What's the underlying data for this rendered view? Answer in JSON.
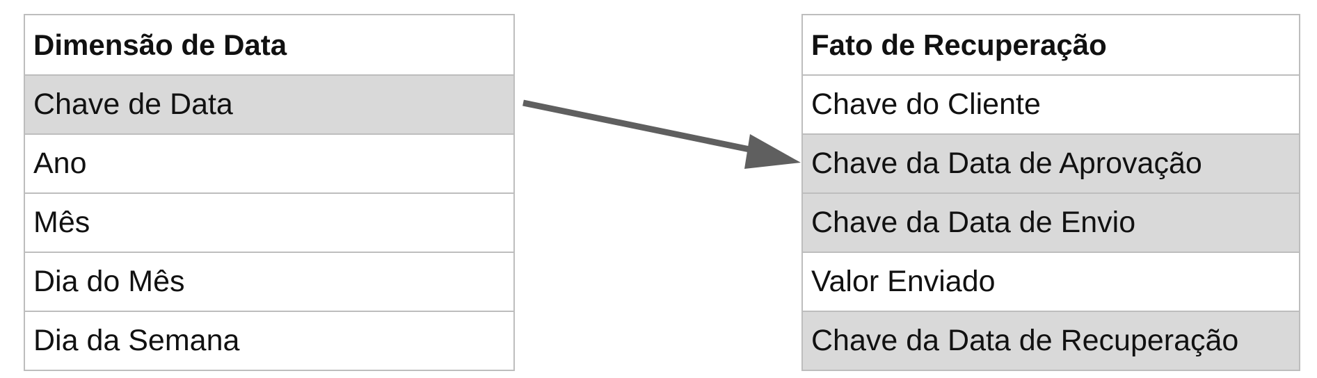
{
  "left_table": {
    "title": "Dimensão de Data",
    "rows": [
      {
        "label": "Chave de Data",
        "highlighted": true
      },
      {
        "label": "Ano",
        "highlighted": false
      },
      {
        "label": "Mês",
        "highlighted": false
      },
      {
        "label": "Dia do Mês",
        "highlighted": false
      },
      {
        "label": "Dia da Semana",
        "highlighted": false
      }
    ]
  },
  "right_table": {
    "title": "Fato de Recuperação",
    "rows": [
      {
        "label": "Chave do Cliente",
        "highlighted": false
      },
      {
        "label": "Chave da Data de Aprovação",
        "highlighted": true
      },
      {
        "label": "Chave da Data de Envio",
        "highlighted": true
      },
      {
        "label": "Valor Enviado",
        "highlighted": false
      },
      {
        "label": "Chave da Data de Recuperação",
        "highlighted": true
      }
    ]
  },
  "colors": {
    "highlight": "#d9d9d9",
    "border": "#bdbdbd",
    "arrow": "#5f5f5f"
  }
}
